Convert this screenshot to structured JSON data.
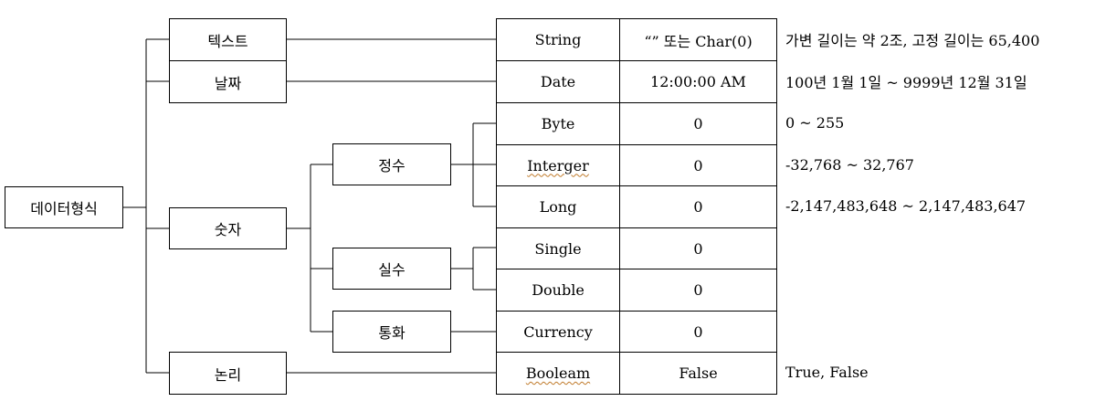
{
  "root": "데이터형식",
  "categories": {
    "text": "텍스트",
    "date": "날짜",
    "number": "숫자",
    "logic": "논리"
  },
  "subcategories": {
    "integer": "정수",
    "real": "실수",
    "currency": "통화"
  },
  "rows": [
    {
      "type": "String",
      "default": "“” 또는 Char(0)",
      "range": "가변 길이는 약 2조, 고정 길이는 65,400"
    },
    {
      "type": "Date",
      "default": "12:00:00 AM",
      "range": "100년 1월 1일 ~ 9999년 12월 31일"
    },
    {
      "type": "Byte",
      "default": "0",
      "range": "0 ~ 255"
    },
    {
      "type": "Interger",
      "default": "0",
      "range": "-32,768 ~ 32,767"
    },
    {
      "type": "Long",
      "default": "0",
      "range": "-2,147,483,648 ~ 2,147,483,647"
    },
    {
      "type": "Single",
      "default": "0",
      "range": ""
    },
    {
      "type": "Double",
      "default": "0",
      "range": ""
    },
    {
      "type": "Currency",
      "default": "0",
      "range": ""
    },
    {
      "type": "Booleam",
      "default": "False",
      "range": "True, False"
    }
  ]
}
